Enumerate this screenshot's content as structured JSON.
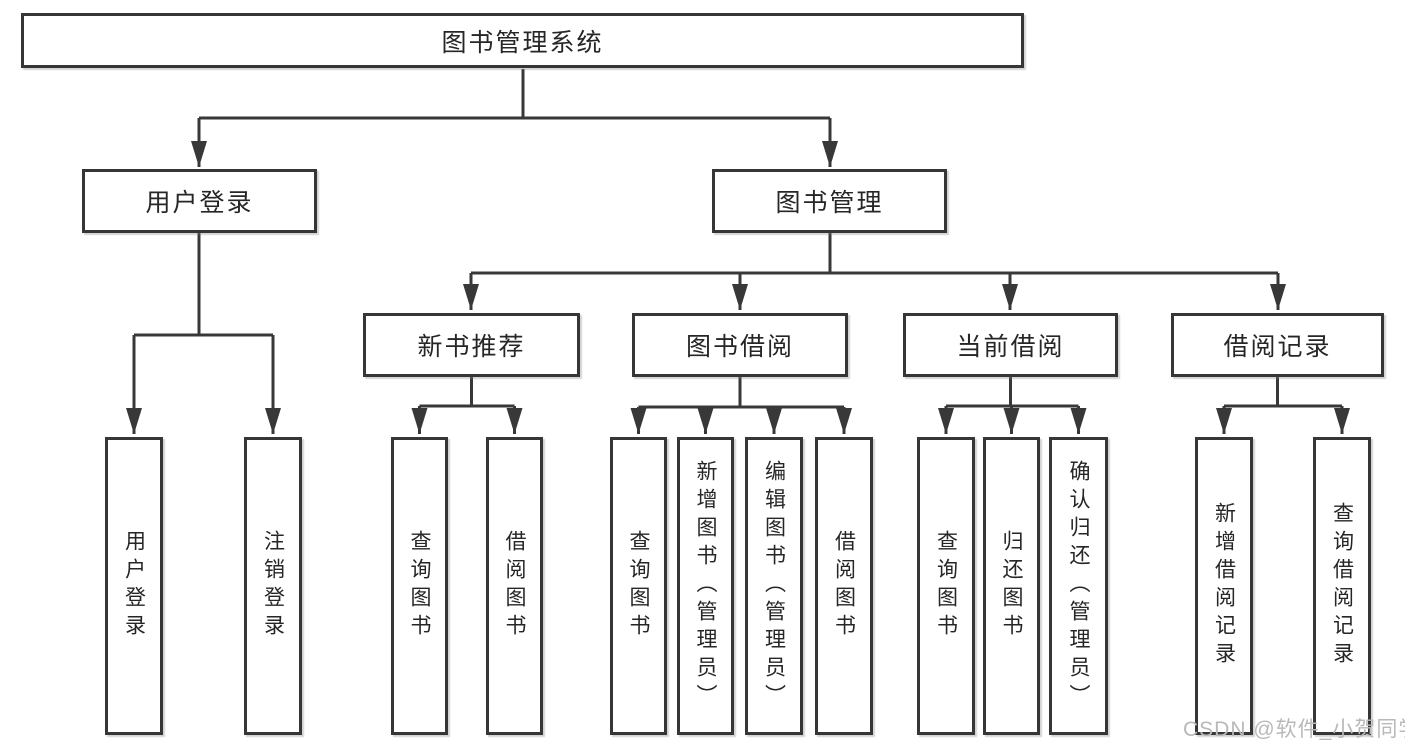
{
  "diagram": {
    "nodes": {
      "root": "图书管理系统",
      "user_login": "用户登录",
      "book_mgmt": "图书管理",
      "new_books": "新书推荐",
      "book_borrow": "图书借阅",
      "current_borrow": "当前借阅",
      "borrow_records": "借阅记录",
      "leaf_user_login": "用户登录",
      "leaf_user_logout": "注销登录",
      "leaf_nb_query": "查询图书",
      "leaf_nb_borrow": "借阅图书",
      "leaf_bb_query": "查询图书",
      "leaf_bb_add": "新增图书（管理员）",
      "leaf_bb_edit": "编辑图书（管理员）",
      "leaf_bb_borrow": "借阅图书",
      "leaf_cb_query": "查询图书",
      "leaf_cb_return": "归还图书",
      "leaf_cb_confirm": "确认归还（管理员）",
      "leaf_br_add": "新增借阅记录",
      "leaf_br_query": "查询借阅记录"
    }
  },
  "watermark": {
    "text": "CSDN @软件_小贺同学",
    "color": "#b9b9b9"
  },
  "colors": {
    "line": "#383838",
    "box_border": "#363636",
    "text": "#262626",
    "background": "#ffffff"
  }
}
